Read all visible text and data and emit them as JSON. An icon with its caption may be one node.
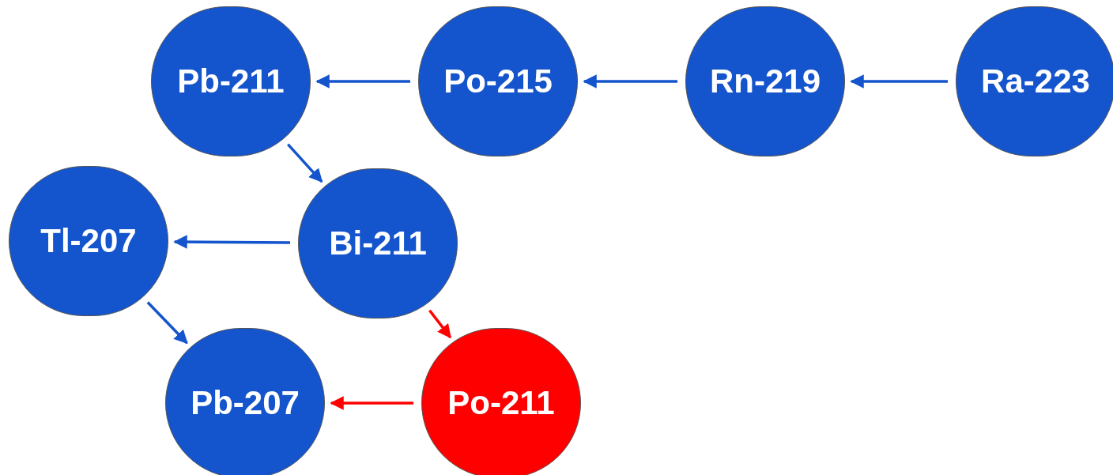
{
  "diagram": {
    "nodes": [
      {
        "text": [
          "Pb-211"
        ]
      },
      {
        "text": [
          "Po-215"
        ]
      },
      {
        "text": [
          "Rn-219"
        ]
      },
      {
        "text": [
          "Ra-223"
        ]
      },
      {
        "text": [
          "Tl-207"
        ]
      },
      {
        "text": [
          "Bi-211"
        ]
      },
      {
        "text": [
          "Pb-207"
        ]
      },
      {
        "text": [
          "Po-211"
        ]
      }
    ],
    "edges": [
      {
        "from": 3,
        "to": 2,
        "arrow": "to"
      },
      {
        "from": 2,
        "to": 1,
        "arrow": "to"
      },
      {
        "from": 1,
        "to": 0,
        "arrow": "to"
      },
      {
        "from": 0,
        "to": 5,
        "arrow": "to"
      },
      {
        "from": 5,
        "to": 4,
        "arrow": "to"
      },
      {
        "from": 4,
        "to": 6,
        "arrow": "to"
      },
      {
        "from": 5,
        "to": 7,
        "arrow": "to",
        "color": "#ff0000"
      },
      {
        "from": 7,
        "to": 6,
        "arrow": "to",
        "color": "#ff0000"
      }
    ]
  }
}
